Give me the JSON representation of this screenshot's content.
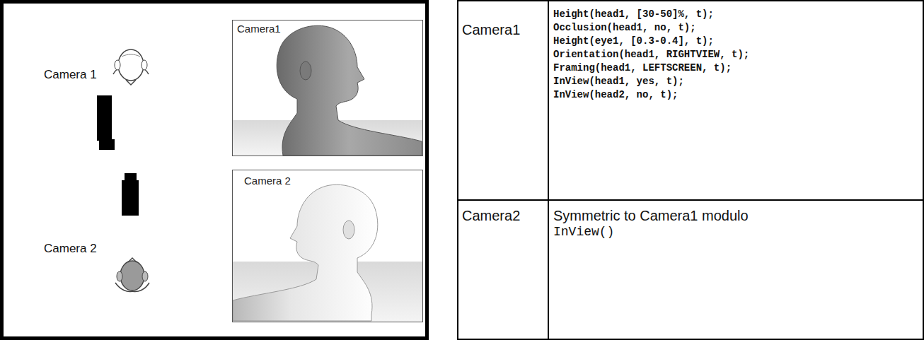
{
  "diagram": {
    "nodes": [
      {
        "text": [
          "Camera1"
        ]
      },
      {
        "text": [
          "Camera 2"
        ]
      }
    ],
    "labels": [
      "Camera 1",
      "Camera 2",
      "Camera1",
      "Height(head1, [30-50]%, t);",
      "Occlusion(head1, no, t);",
      "Height(eye1, [0.3-0.4], t);",
      "Orientation(head1, RIGHTVIEW, t);",
      "Framing(head1, LEFTSCREEN, t);",
      "InView(head1, yes, t);",
      "InView(head2, no, t);",
      "Camera2",
      "Symmetric to Camera1 modulo",
      "InView()"
    ]
  }
}
